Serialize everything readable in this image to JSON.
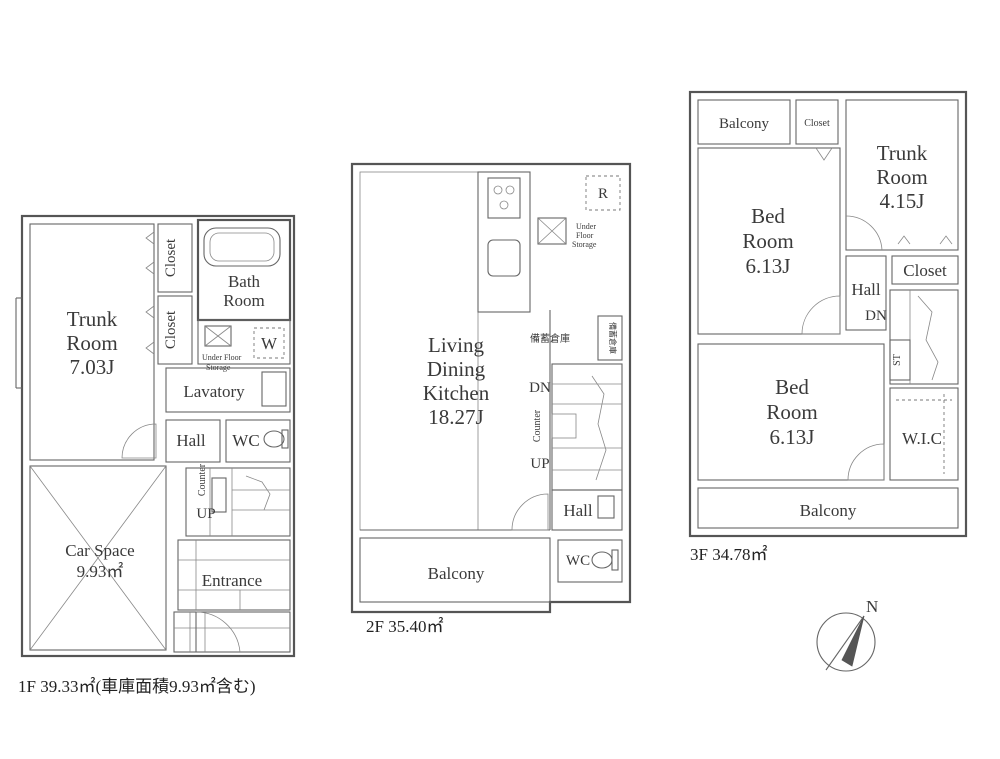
{
  "floors": {
    "f1": {
      "caption": "1F  39.33㎡(車庫面積9.93㎡含む)",
      "rooms": {
        "trunk": "Trunk",
        "trunk_room": "Room",
        "trunk_size": "7.03J",
        "car": "Car Space",
        "car_size": "9.93㎡",
        "closet_a": "Closet",
        "closet_b": "Closet",
        "bath": "Bath",
        "bath_room": "Room",
        "underfloor_1": "Under Floor",
        "underfloor_2": "Storage",
        "w": "W",
        "lavatory": "Lavatory",
        "hall": "Hall",
        "wc": "WC",
        "counter": "Counter",
        "up": "UP",
        "entrance": "Entrance"
      }
    },
    "f2": {
      "caption": "2F  35.40㎡",
      "rooms": {
        "ldk_1": "Living",
        "ldk_2": "Dining",
        "ldk_3": "Kitchen",
        "ldk_size": "18.27J",
        "r": "R",
        "underfloor_1": "Under",
        "underfloor_2": "Floor",
        "underfloor_3": "Storage",
        "bichiku": "備蓄倉庫",
        "bichiku_v": "備蓄倉庫",
        "dn": "DN",
        "up": "UP",
        "counter": "Counter",
        "hall": "Hall",
        "wc": "WC",
        "balcony": "Balcony"
      }
    },
    "f3": {
      "caption": "3F  34.78㎡",
      "rooms": {
        "balcony_top": "Balcony",
        "closet_small": "Closet",
        "trunk": "Trunk",
        "trunk_room": "Room",
        "trunk_size": "4.15J",
        "bed1": "Bed",
        "bed1_room": "Room",
        "bed1_size": "6.13J",
        "closet": "Closet",
        "hall": "Hall",
        "dn": "DN",
        "st": "ST",
        "bed2": "Bed",
        "bed2_room": "Room",
        "bed2_size": "6.13J",
        "wic": "W.I.C",
        "balcony_bottom": "Balcony"
      }
    }
  },
  "compass": {
    "label": "N"
  }
}
